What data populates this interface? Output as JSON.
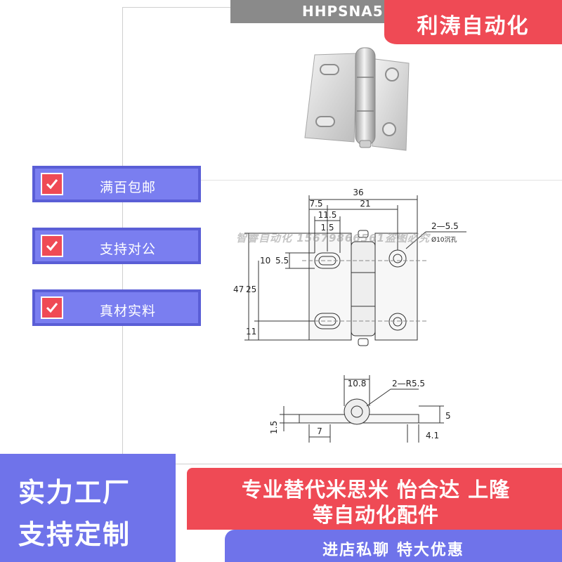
{
  "model_code": "HHPSNA5",
  "brand": {
    "name": "利涛自动化",
    "color": "#ef4a55"
  },
  "features": [
    {
      "label": "满百包邮",
      "icon": "checkmark-icon"
    },
    {
      "label": "支持对公",
      "icon": "checkmark-icon"
    },
    {
      "label": "真材实料",
      "icon": "checkmark-icon"
    }
  ],
  "drawing": {
    "dims": {
      "total_width": "36",
      "offset_a": "7.5",
      "spacing_b": "21",
      "slot_length": "11.5",
      "slot_offset": "1.5",
      "hole_spec": "2—5.5",
      "counterbore": "Ø10沉孔",
      "height": "47",
      "hole_pitch": "25",
      "slot_pos": "10",
      "slot_width": "5.5",
      "bottom_offset": "11",
      "knuckle_width": "10.8",
      "knuckle_radius": "2—R5.5",
      "plate_thickness": "1.5",
      "side_height": "5",
      "edge_offset": "7",
      "edge_offset_b": "4.1"
    },
    "watermark": "智睿自动化 15679866561盗图必究"
  },
  "bottom_left": {
    "line1": "实力工厂",
    "line2": "支持定制"
  },
  "bottom_right": {
    "line1": "专业替代米思米 怡合达 上隆",
    "line2": "等自动化配件",
    "promo": "进店私聊  特大优惠"
  },
  "colors": {
    "accent_red": "#ef4a55",
    "accent_blue": "#6f73ea"
  }
}
